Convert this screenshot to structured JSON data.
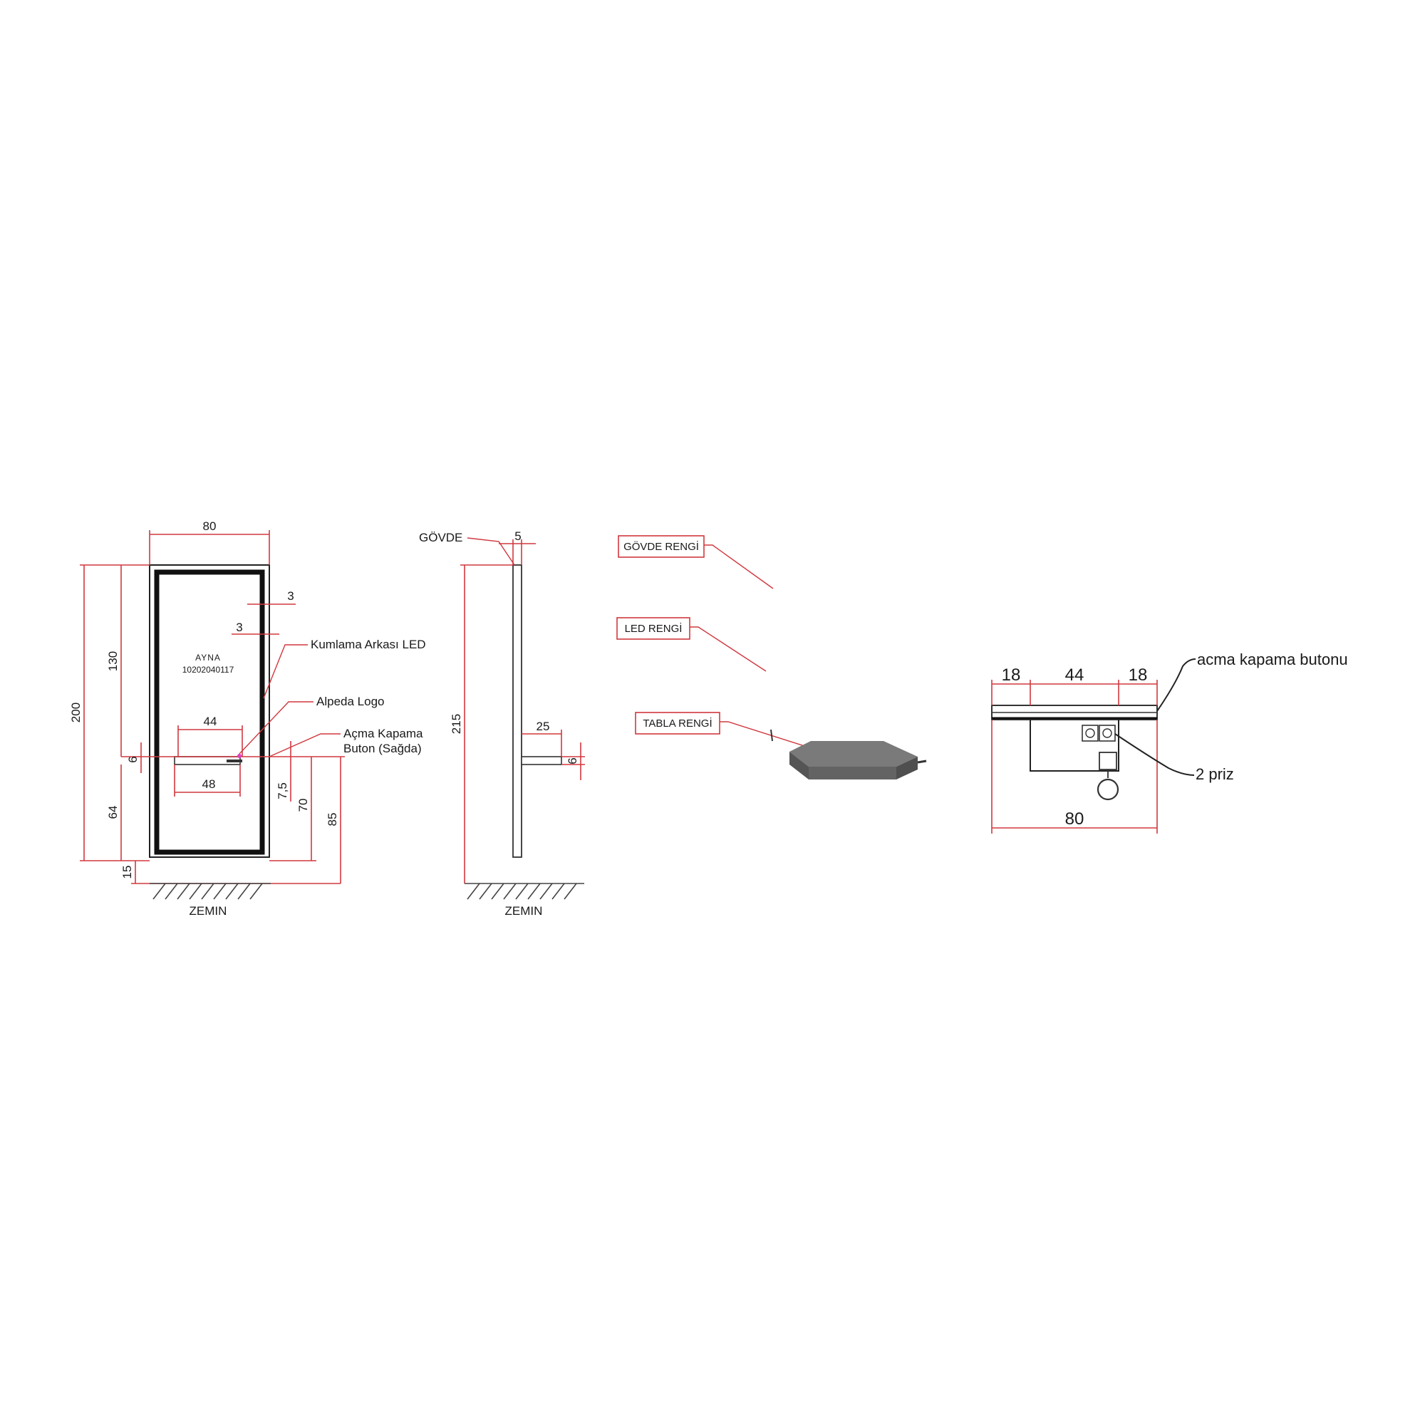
{
  "front_view": {
    "width": "80",
    "height_total": "200",
    "height_upper": "130",
    "margin_top": "3",
    "margin_side": "3",
    "mirror_label": "AYNA",
    "mirror_code": "10202040117",
    "shelf_top_width": "44",
    "shelf_width": "48",
    "shelf_thickness": "6",
    "lower_height": "64",
    "button_offset": "7,5",
    "shelf_height": "70",
    "shelf_top_height": "85",
    "floor_gap": "15",
    "floor_label": "ZEMIN",
    "callout_led": "Kumlama Arkası LED",
    "callout_logo": "Alpeda Logo",
    "callout_button_1": "Açma Kapama",
    "callout_button_2": "Buton (Sağda)"
  },
  "side_view": {
    "body_label": "GÖVDE",
    "body_thickness": "5",
    "height": "215",
    "shelf_depth": "25",
    "shelf_thickness": "6",
    "floor_label": "ZEMIN"
  },
  "colors_legend": {
    "body_color": "GÖVDE RENGİ",
    "led_color": "LED RENGİ",
    "top_color": "TABLA RENGİ"
  },
  "top_view": {
    "left": "18",
    "middle": "44",
    "right": "18",
    "total": "80",
    "button_label": "acma kapama butonu",
    "sockets_label": "2 priz"
  },
  "colors": {
    "dimension": "#d0383f",
    "outline": "#222222"
  }
}
